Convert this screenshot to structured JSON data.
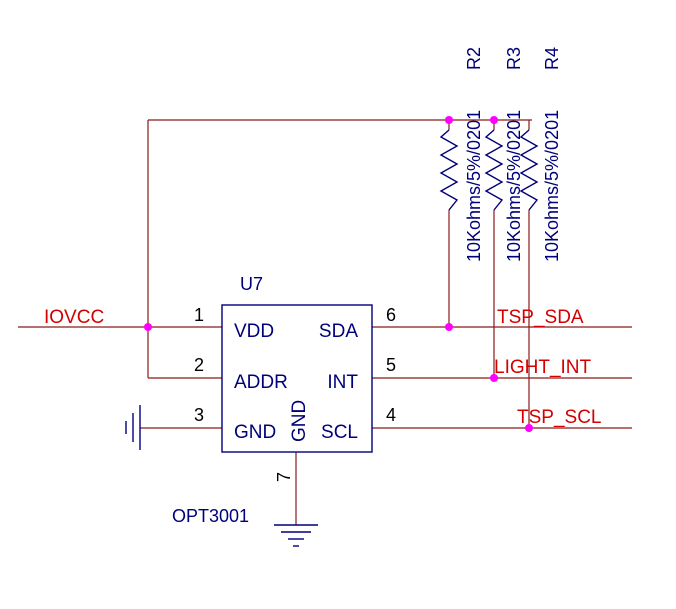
{
  "component": {
    "refdes": "U7",
    "part": "OPT3001",
    "pins": {
      "vdd": {
        "num": "1",
        "name": "VDD"
      },
      "addr": {
        "num": "2",
        "name": "ADDR"
      },
      "gnd": {
        "num": "3",
        "name": "GND"
      },
      "scl": {
        "num": "4",
        "name": "SCL"
      },
      "int": {
        "num": "5",
        "name": "INT"
      },
      "sda": {
        "num": "6",
        "name": "SDA"
      },
      "gnd_pad": {
        "num": "7",
        "name": "GND"
      }
    }
  },
  "resistors": [
    {
      "refdes": "R2",
      "value": "10Kohms/5%/0201"
    },
    {
      "refdes": "R3",
      "value": "10Kohms/5%/0201"
    },
    {
      "refdes": "R4",
      "value": "10Kohms/5%/0201"
    }
  ],
  "nets": {
    "power": "IOVCC",
    "sda": "TSP_SDA",
    "int": "LIGHT_INT",
    "scl": "TSP_SCL"
  },
  "colors": {
    "wire": "#8b1a1a",
    "part": "#00007a",
    "net_label": "#d40000",
    "junction": "#ff00ff"
  }
}
